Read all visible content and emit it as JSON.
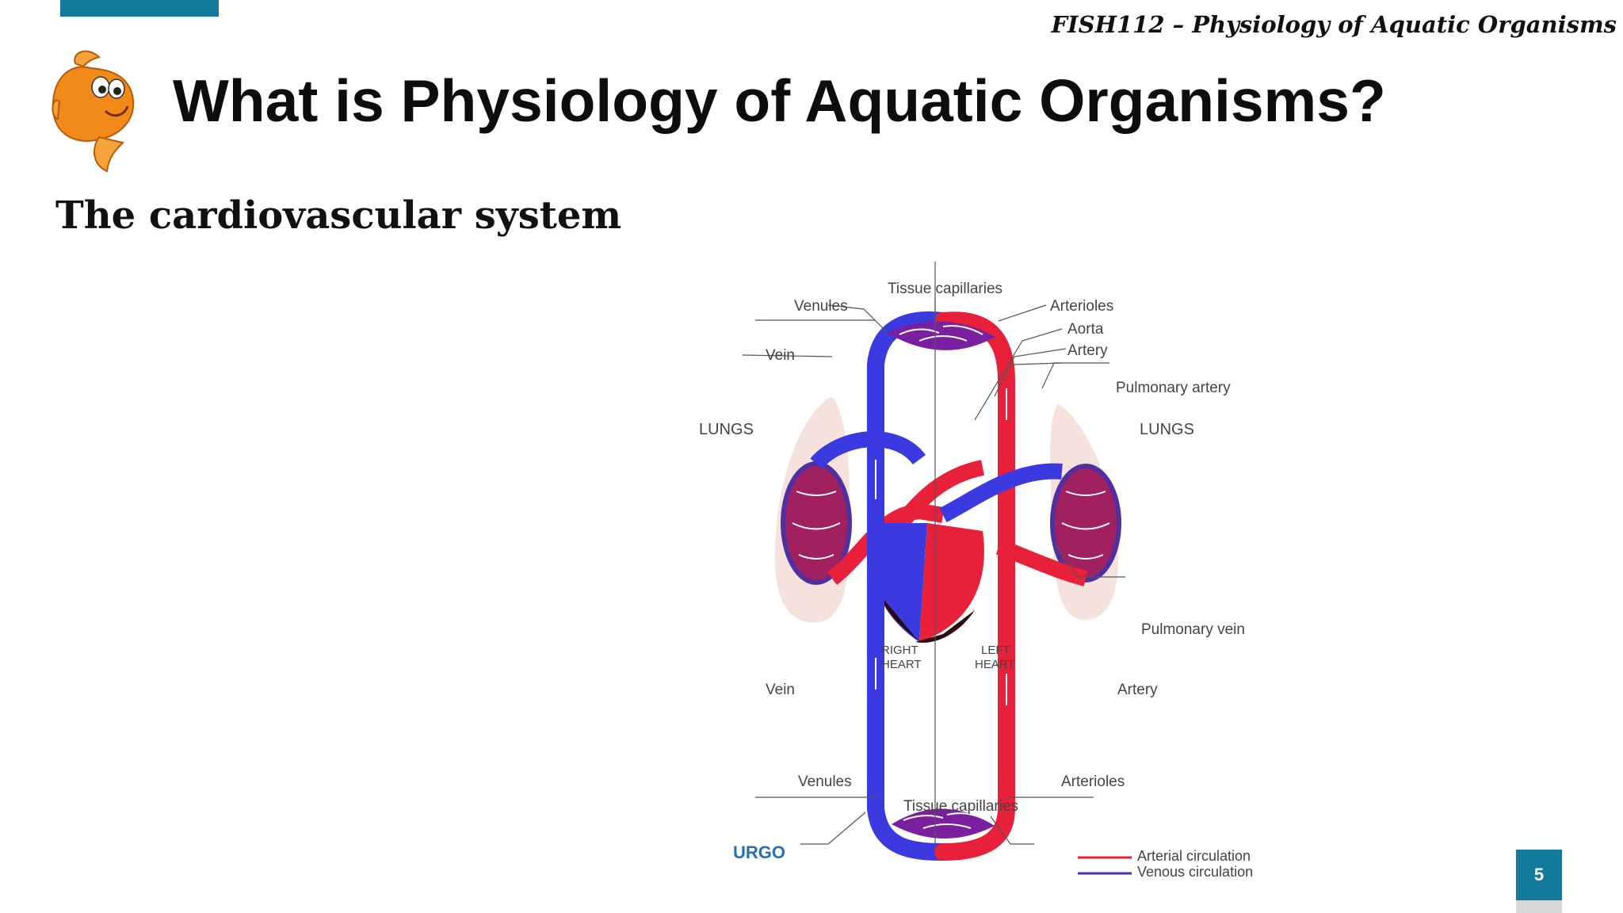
{
  "header": {
    "course": "FISH112 – Physiology of Aquatic Organisms",
    "title": "What is Physiology of Aquatic Organisms?",
    "subtitle": "The cardiovascular system"
  },
  "diagram": {
    "labels": {
      "tissue_capillaries_top": "Tissue capillaries",
      "venules_top": "Venules",
      "arterioles_top": "Arterioles",
      "aorta": "Aorta",
      "artery_top": "Artery",
      "vein_top": "Vein",
      "pulmonary_artery": "Pulmonary artery",
      "lungs_left": "LUNGS",
      "lungs_right": "LUNGS",
      "pulmonary_vein": "Pulmonary vein",
      "right_heart_1": "RIGHT",
      "right_heart_2": "HEART",
      "left_heart_1": "LEFT",
      "left_heart_2": "HEART",
      "vein_bottom": "Vein",
      "artery_bottom": "Artery",
      "venules_bottom": "Venules",
      "arterioles_bottom": "Arterioles",
      "tissue_capillaries_bottom": "Tissue capillaries"
    },
    "logo": "URGO",
    "legend": {
      "arterial": "Arterial circulation",
      "venous": "Venous circulation"
    },
    "colors": {
      "arterial": "#e8203a",
      "venous": "#3a3ae0",
      "lung": "#f6e2dc",
      "heart_dark": "#2a0b14"
    }
  },
  "footer": {
    "page_number": "5"
  },
  "colors": {
    "accent": "#127a9c"
  }
}
